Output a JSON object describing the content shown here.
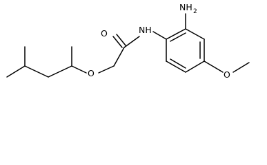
{
  "molecule": {
    "atoms": {
      "oxygen_carbonyl": "O",
      "nitrogen_amide": "NH",
      "amine_main": "NH",
      "amine_subscript": "2",
      "oxygen_ether": "O",
      "oxygen_methoxy": "O"
    }
  }
}
